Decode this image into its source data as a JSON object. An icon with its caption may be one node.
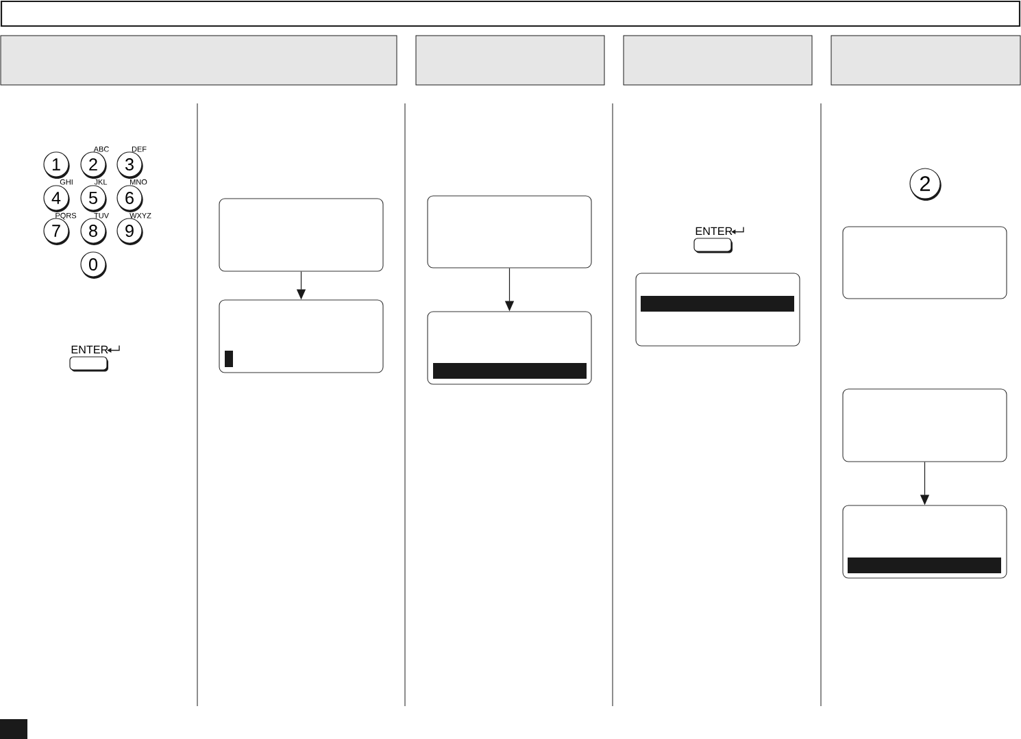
{
  "diagram": {
    "nodes": [
      {
        "text": [
          "1"
        ]
      },
      {
        "text": [
          "2"
        ],
        "beside": [
          "ABC"
        ]
      },
      {
        "text": [
          "3"
        ],
        "beside": [
          "DEF"
        ]
      },
      {
        "text": [
          "4"
        ],
        "beside": [
          "GHI"
        ]
      },
      {
        "text": [
          "5"
        ],
        "beside": [
          "JKL"
        ]
      },
      {
        "text": [
          "6"
        ],
        "beside": [
          "MNO"
        ]
      },
      {
        "text": [
          "7"
        ],
        "beside": [
          "PQRS"
        ]
      },
      {
        "text": [
          "8"
        ],
        "beside": [
          "TUV"
        ]
      },
      {
        "text": [
          "9"
        ],
        "beside": [
          "WXYZ"
        ]
      },
      {
        "text": [
          "0"
        ]
      },
      {
        "text": [
          "ENTER"
        ]
      },
      {
        "text": [],
        "shape": "box"
      },
      {
        "text": [],
        "shape": "box"
      },
      {
        "text": [],
        "shape": "box"
      },
      {
        "text": [],
        "shape": "box"
      },
      {
        "text": [
          "ENTER"
        ]
      },
      {
        "text": [],
        "shape": "box"
      },
      {
        "text": [
          "2"
        ]
      },
      {
        "text": [],
        "shape": "box"
      },
      {
        "text": [],
        "shape": "box"
      },
      {
        "text": [],
        "shape": "box"
      }
    ],
    "edges": [
      {
        "from": 11,
        "to": 12,
        "arrow": "to"
      },
      {
        "from": 13,
        "to": 14,
        "arrow": "to"
      },
      {
        "from": 19,
        "to": 20,
        "arrow": "to"
      }
    ]
  }
}
